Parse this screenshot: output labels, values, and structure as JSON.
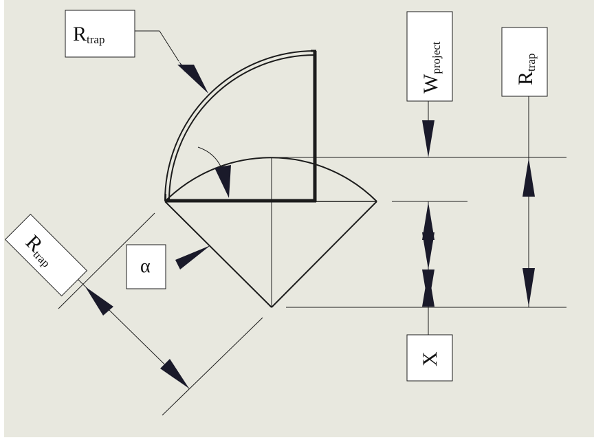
{
  "colors": {
    "background": "#e8e8df",
    "border": "#ffffff",
    "ink": "#1c1c1c",
    "arrow": "#1a1a2a",
    "label_fill": "#ffffff"
  },
  "labels": {
    "r_trap_top": {
      "main": "R",
      "sub": "trap"
    },
    "r_trap_left": {
      "main": "R",
      "sub": "trap"
    },
    "r_trap_right": {
      "main": "R",
      "sub": "trap"
    },
    "w_project": {
      "main": "W",
      "sub": "project"
    },
    "alpha": "α",
    "x": "X"
  }
}
